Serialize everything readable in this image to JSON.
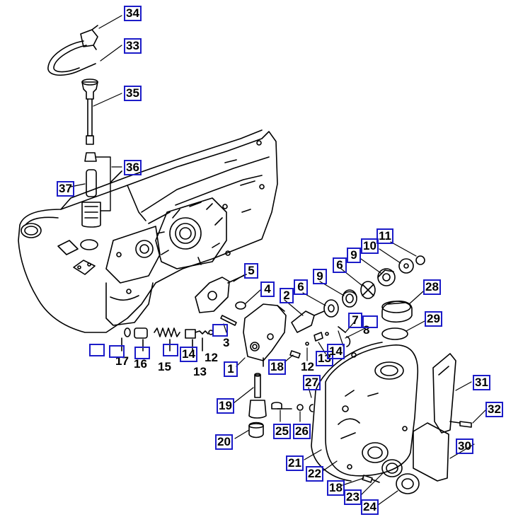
{
  "colors": {
    "ink": "#000000",
    "box": "#1c1cc8",
    "paper": "#ffffff"
  },
  "callouts": [
    {
      "id": "c34",
      "text": "34",
      "boxed": true
    },
    {
      "id": "c33",
      "text": "33",
      "boxed": true
    },
    {
      "id": "c35",
      "text": "35",
      "boxed": true
    },
    {
      "id": "c36",
      "text": "36",
      "boxed": true
    },
    {
      "id": "c37",
      "text": "37",
      "boxed": true
    },
    {
      "id": "c5",
      "text": "5",
      "boxed": true
    },
    {
      "id": "c4",
      "text": "4",
      "boxed": true
    },
    {
      "id": "c2",
      "text": "2",
      "boxed": true
    },
    {
      "id": "c6a",
      "text": "6",
      "boxed": true
    },
    {
      "id": "c9a",
      "text": "9",
      "boxed": true
    },
    {
      "id": "c6b",
      "text": "6",
      "boxed": true
    },
    {
      "id": "c9b",
      "text": "9",
      "boxed": true
    },
    {
      "id": "c10",
      "text": "10",
      "boxed": true
    },
    {
      "id": "c11",
      "text": "11",
      "boxed": true
    },
    {
      "id": "c28",
      "text": "28",
      "boxed": true
    },
    {
      "id": "c29",
      "text": "29",
      "boxed": true
    },
    {
      "id": "c7",
      "text": "7",
      "boxed": true
    },
    {
      "id": "c8",
      "text": "8",
      "boxed": false
    },
    {
      "id": "c3",
      "text": "3",
      "boxed": false
    },
    {
      "id": "c1",
      "text": "1",
      "boxed": true
    },
    {
      "id": "c18a",
      "text": "18",
      "boxed": true
    },
    {
      "id": "c12a",
      "text": "12",
      "boxed": false
    },
    {
      "id": "c12b",
      "text": "12",
      "boxed": false
    },
    {
      "id": "c13a",
      "text": "13",
      "boxed": true
    },
    {
      "id": "c14a",
      "text": "14",
      "boxed": true
    },
    {
      "id": "c14b",
      "text": "14",
      "boxed": true
    },
    {
      "id": "c13b",
      "text": "13",
      "boxed": false
    },
    {
      "id": "c15",
      "text": "15",
      "boxed": false
    },
    {
      "id": "c16",
      "text": "16",
      "boxed": false
    },
    {
      "id": "c17",
      "text": "17",
      "boxed": false
    },
    {
      "id": "c27",
      "text": "27",
      "boxed": true
    },
    {
      "id": "c19",
      "text": "19",
      "boxed": true
    },
    {
      "id": "c25",
      "text": "25",
      "boxed": true
    },
    {
      "id": "c26",
      "text": "26",
      "boxed": true
    },
    {
      "id": "c20",
      "text": "20",
      "boxed": true
    },
    {
      "id": "c31",
      "text": "31",
      "boxed": true
    },
    {
      "id": "c32",
      "text": "32",
      "boxed": true
    },
    {
      "id": "c30",
      "text": "30",
      "boxed": true
    },
    {
      "id": "c21",
      "text": "21",
      "boxed": true
    },
    {
      "id": "c22",
      "text": "22",
      "boxed": true
    },
    {
      "id": "c18b",
      "text": "18",
      "boxed": true
    },
    {
      "id": "c23",
      "text": "23",
      "boxed": true
    },
    {
      "id": "c24",
      "text": "24",
      "boxed": true
    }
  ]
}
